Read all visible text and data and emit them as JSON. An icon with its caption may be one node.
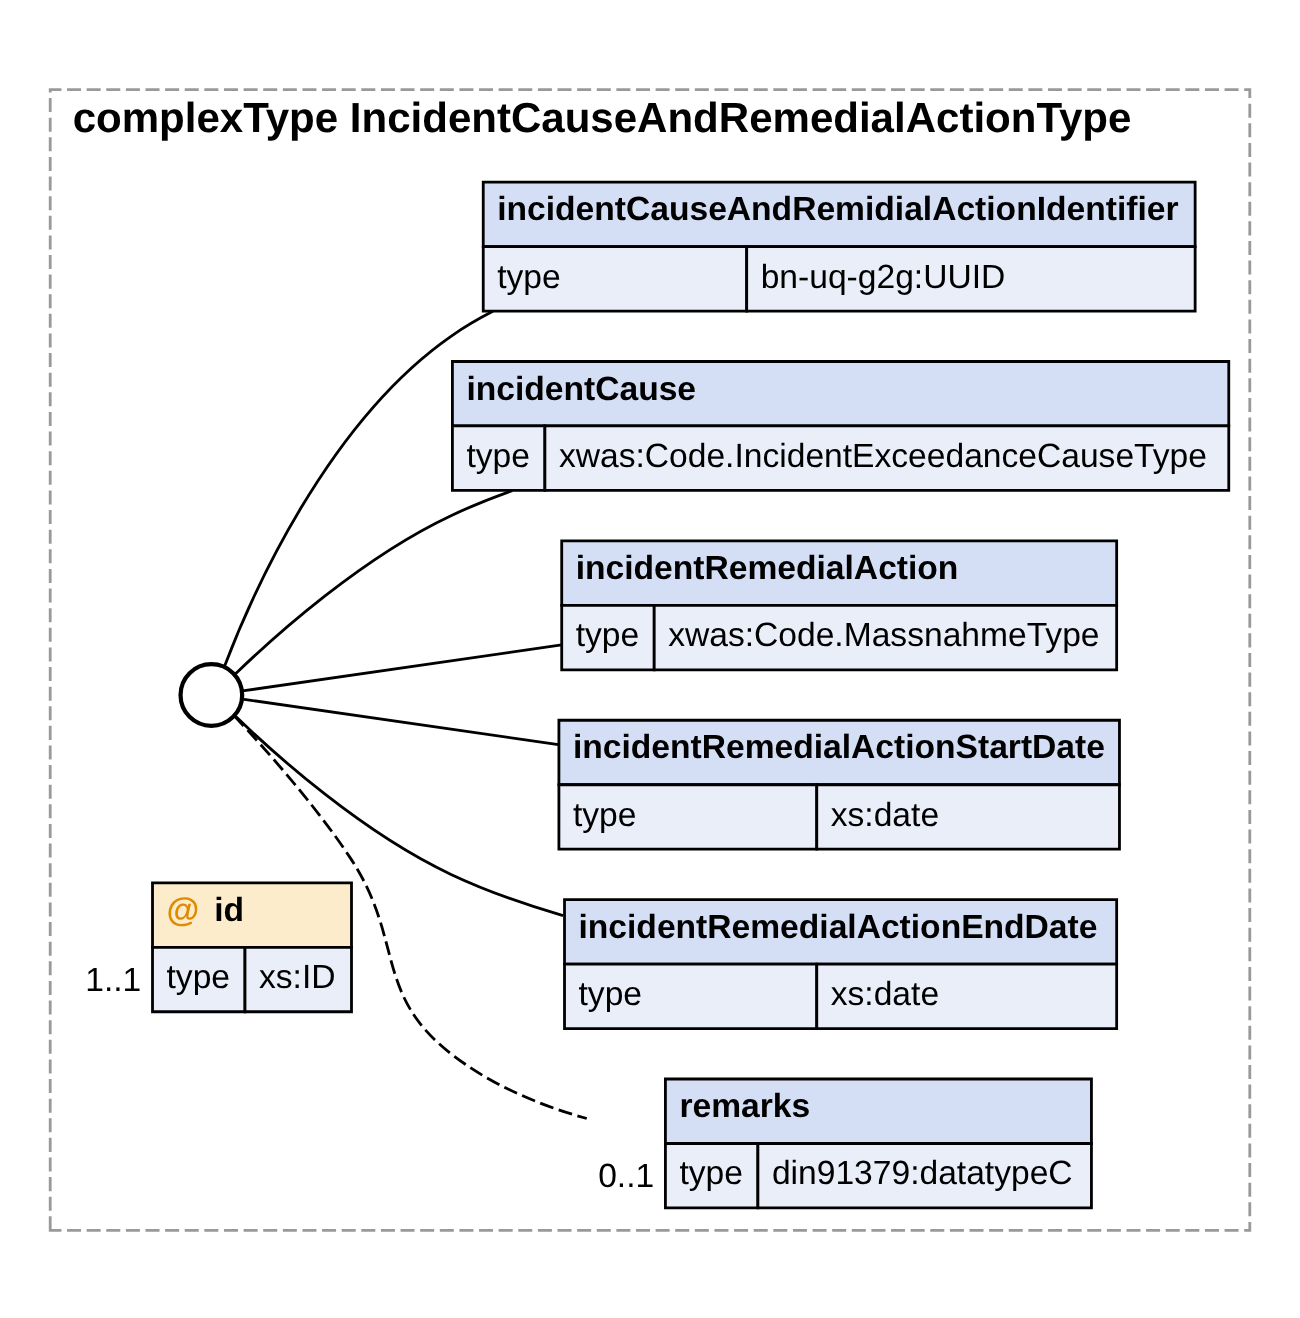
{
  "diagram": {
    "nodes": [
      {
        "text": [
          "complexType IncidentCauseAndRemedialActionType"
        ]
      },
      {
        "text": [
          "@",
          "id",
          "type",
          "xs:ID"
        ],
        "in": 0,
        "beside": [
          "1..1"
        ]
      },
      {
        "text": [],
        "shape": "circle",
        "in": 0
      },
      {
        "text": [
          "incidentCauseAndRemidialActionIdentifier",
          "type",
          "bn-uq-g2g:UUID"
        ],
        "in": 0
      },
      {
        "text": [
          "incidentCause",
          "type",
          "xwas:Code.IncidentExceedanceCauseType"
        ],
        "in": 0
      },
      {
        "text": [
          "incidentRemedialAction",
          "type",
          "xwas:Code.MassnahmeType"
        ],
        "in": 0
      },
      {
        "text": [
          "incidentRemedialActionStartDate",
          "type",
          "xs:date"
        ],
        "in": 0
      },
      {
        "text": [
          "incidentRemedialActionEndDate",
          "type",
          "xs:date"
        ],
        "in": 0
      },
      {
        "text": [
          "remarks",
          "type",
          "din91379:datatypeC"
        ],
        "in": 0,
        "beside": [
          "0..1"
        ]
      }
    ],
    "edges": [
      {
        "from": 2,
        "to": 3,
        "arrow": "none"
      },
      {
        "from": 2,
        "to": 4,
        "arrow": "none"
      },
      {
        "from": 2,
        "to": 5,
        "arrow": "none"
      },
      {
        "from": 2,
        "to": 6,
        "arrow": "none"
      },
      {
        "from": 2,
        "to": 7,
        "arrow": "none"
      },
      {
        "from": 2,
        "to": 8,
        "arrow": "none",
        "style": "dashed"
      }
    ]
  }
}
